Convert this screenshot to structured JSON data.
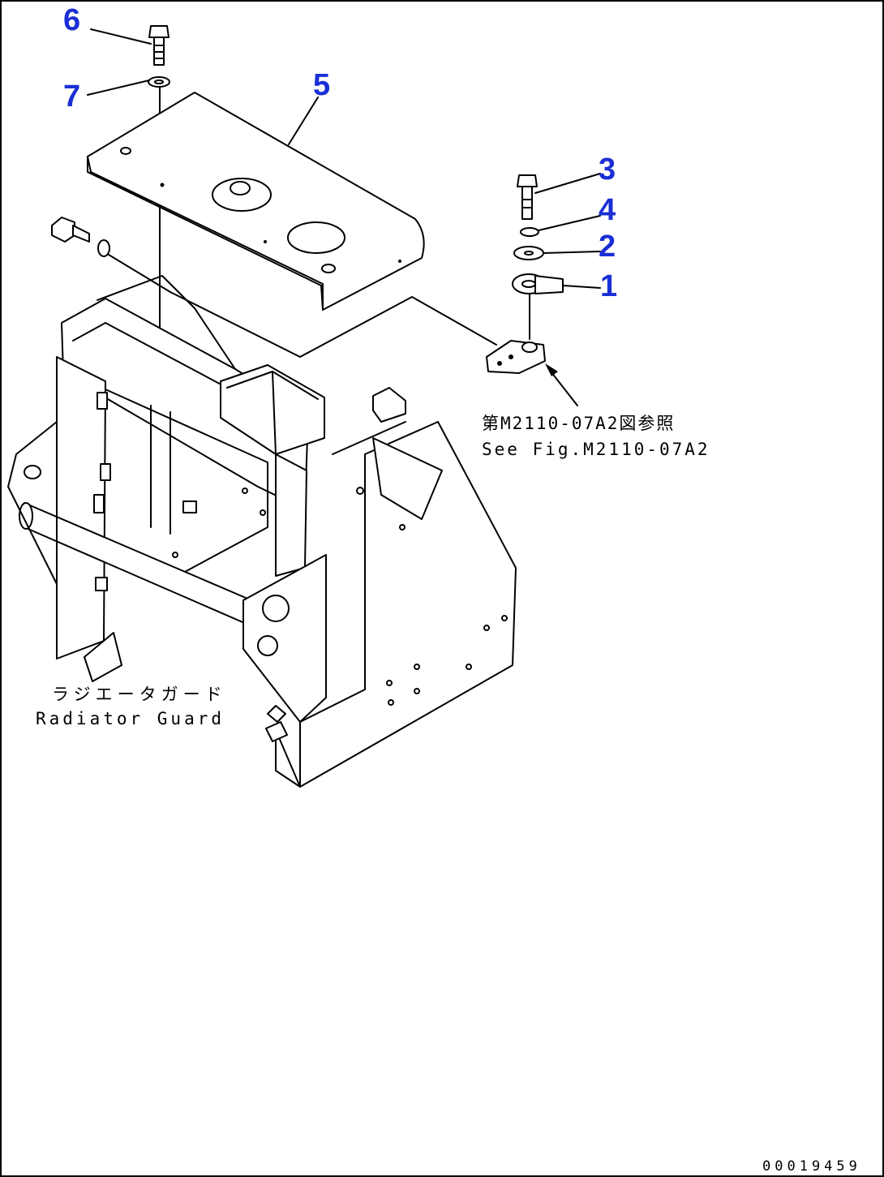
{
  "callouts": {
    "c1": "1",
    "c2": "2",
    "c3": "3",
    "c4": "4",
    "c5": "5",
    "c6": "6",
    "c7": "7"
  },
  "reference_note": {
    "line1": "第M2110-07A2図参照",
    "line2": "See Fig.M2110-07A2"
  },
  "assembly_label": {
    "japanese": "ラジエータガード",
    "english": "Radiator Guard"
  },
  "document_number": "00019459",
  "colors": {
    "callout": "#1a2fd6",
    "line": "#000000",
    "background": "#ffffff"
  }
}
